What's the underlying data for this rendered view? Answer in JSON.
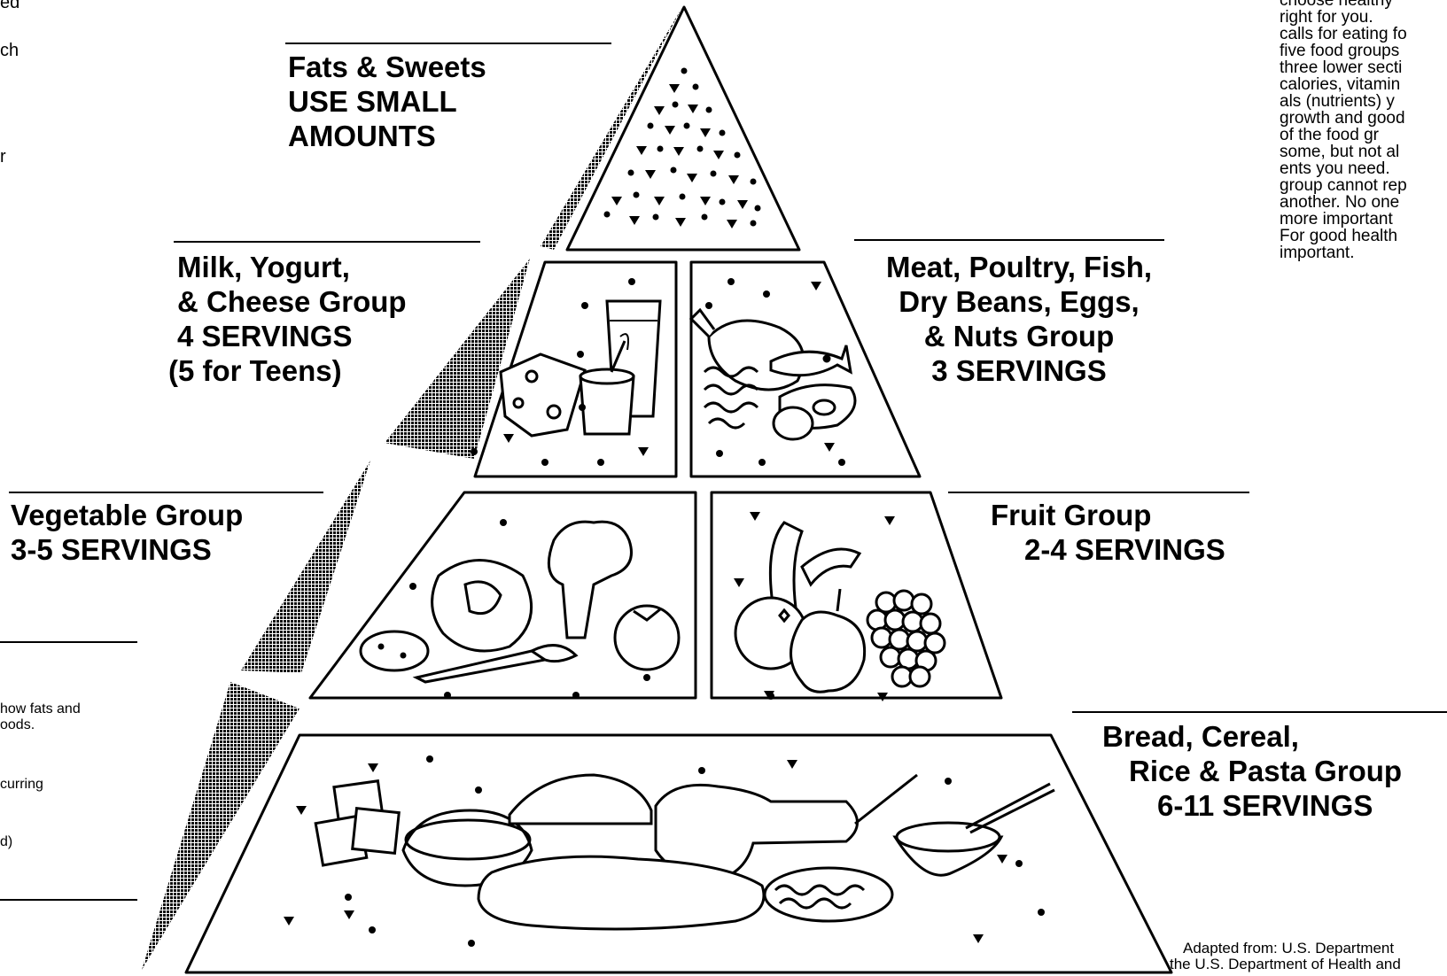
{
  "pyramid": {
    "fats": [
      "Fats & Sweets",
      "USE SMALL",
      "AMOUNTS"
    ],
    "milk": [
      "Milk, Yogurt,",
      "& Cheese Group",
      "4 SERVINGS",
      "(5 for Teens)"
    ],
    "meat": [
      "Meat, Poultry, Fish,",
      "Dry Beans, Eggs,",
      "& Nuts Group",
      "3 SERVINGS"
    ],
    "vegetable": [
      "Vegetable Group",
      "3-5 SERVINGS"
    ],
    "fruit": [
      "Fruit Group",
      "2-4 SERVINGS"
    ],
    "bread": [
      "Bread, Cereal,",
      "Rice & Pasta Group",
      "6-11 SERVINGS"
    ]
  },
  "right_text": [
    "choose healthy",
    "right  for  you.",
    "calls for eating fo",
    "five food groups",
    "three lower secti",
    "calories, vitamin",
    "als  (nutrients)  y",
    "growth and good",
    "of  the  food  gr",
    "some, but not al",
    "ents you need.",
    "group cannot rep",
    "another.  No one",
    "more important",
    "For  good  health",
    "important."
  ],
  "left_fragments": {
    "top1": "ed",
    "top2": "ch",
    "top3": "r"
  },
  "left_notes": {
    "n1": "how fats and",
    "n2": "oods.",
    "n3": "curring",
    "n4": "d)"
  },
  "credit": {
    "line1": "Adapted from:  U.S. Department",
    "line2": "the U.S. Department of Health and"
  }
}
